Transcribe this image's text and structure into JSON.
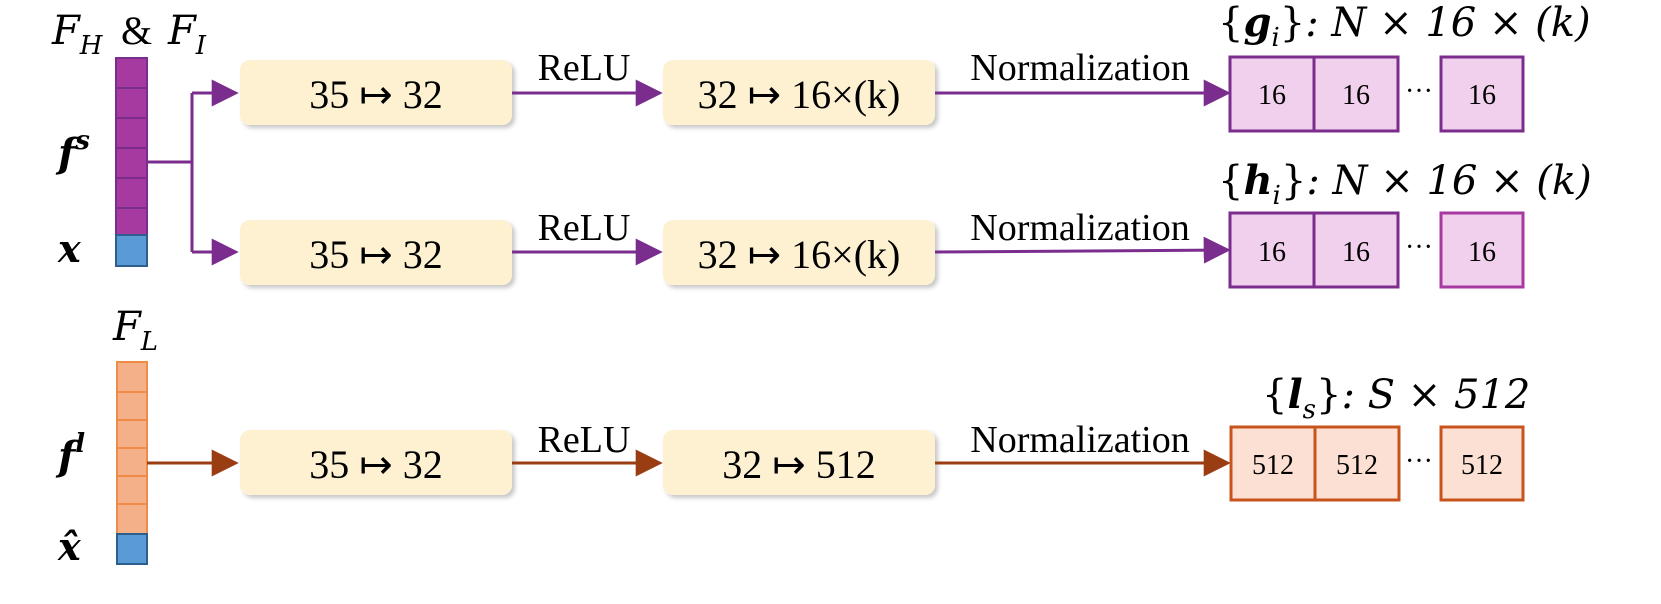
{
  "colors": {
    "purple": "#7b2d8e",
    "purple_fill": "#a63aa0",
    "purple_light": "#f0d0ec",
    "orange": "#ef8a47",
    "orange_fill": "#f4b088",
    "orange_light": "#fbe0d3",
    "brown": "#9a3d12",
    "blue": "#5b9bd5",
    "layer_fill": "#fdf1d1"
  },
  "labels": {
    "fh_fi_a": "F",
    "fh_fi_a_sub": "H",
    "fh_fi_amp": "&",
    "fh_fi_b": "F",
    "fh_fi_b_sub": "I",
    "fl": "F",
    "fl_sub": "L",
    "fs": "f",
    "fs_sup": "s",
    "x": "x",
    "fl_vec": "f",
    "fl_vec_sup": "l",
    "xhat": "x̂"
  },
  "rows": [
    {
      "layer1": "35  ↦ 32",
      "act": "ReLU",
      "layer2": "32  ↦ 16×(k)",
      "norm": "Normalization",
      "out_set": "g",
      "out_sub": "i",
      "out_dims": ": N × 16 × (k)",
      "cells": [
        "16",
        "16",
        "16"
      ],
      "dots": "···"
    },
    {
      "layer1": "35  ↦ 32",
      "act": "ReLU",
      "layer2": "32  ↦ 16×(k)",
      "norm": "Normalization",
      "out_set": "h",
      "out_sub": "i",
      "out_dims": ": N × 16 × (k)",
      "cells": [
        "16",
        "16",
        "16"
      ],
      "dots": "···"
    },
    {
      "layer1": "35  ↦ 32",
      "act": "ReLU",
      "layer2": "32  ↦  512",
      "norm": "Normalization",
      "out_set": "l",
      "out_sub": "s",
      "out_dims": ": S × 512",
      "cells": [
        "512",
        "512",
        "512"
      ],
      "dots": "···"
    }
  ]
}
